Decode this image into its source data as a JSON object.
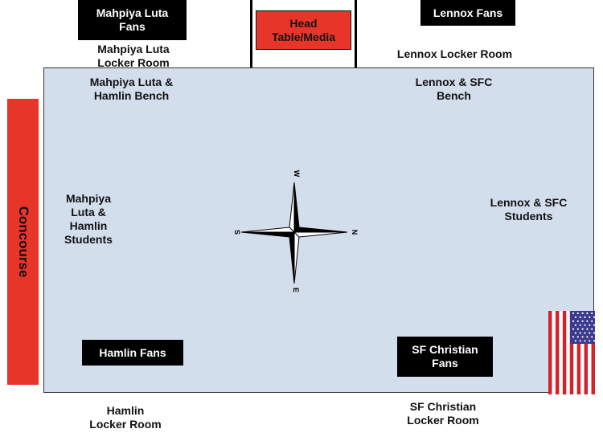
{
  "boxes": {
    "mahpiya_fans": "Mahpiya Luta\nFans",
    "lennox_fans": "Lennox Fans",
    "head_table": "Head\nTable/Media",
    "hamlin_fans": "Hamlin Fans",
    "sfc_fans": "SF Christian\nFans"
  },
  "labels": {
    "mahpiya_locker": "Mahpiya Luta\nLocker Room",
    "lennox_locker": "Lennox Locker Room",
    "mahpiya_bench": "Mahpiya Luta &\nHamlin Bench",
    "lennox_bench": "Lennox & SFC\nBench",
    "mahpiya_students": "Mahpiya\nLuta &\nHamlin\nStudents",
    "lennox_students": "Lennox & SFC\nStudents",
    "hamlin_locker": "Hamlin\nLocker Room",
    "sfc_locker": "SF Christian\nLocker Room",
    "concourse": "Concourse"
  },
  "compass": {
    "w": "W",
    "e": "E",
    "n": "N",
    "s": "S"
  },
  "colors": {
    "court": "#d3deec",
    "red": "#e8352a",
    "box": "#000000",
    "flag_blue": "#3c3b8f"
  }
}
